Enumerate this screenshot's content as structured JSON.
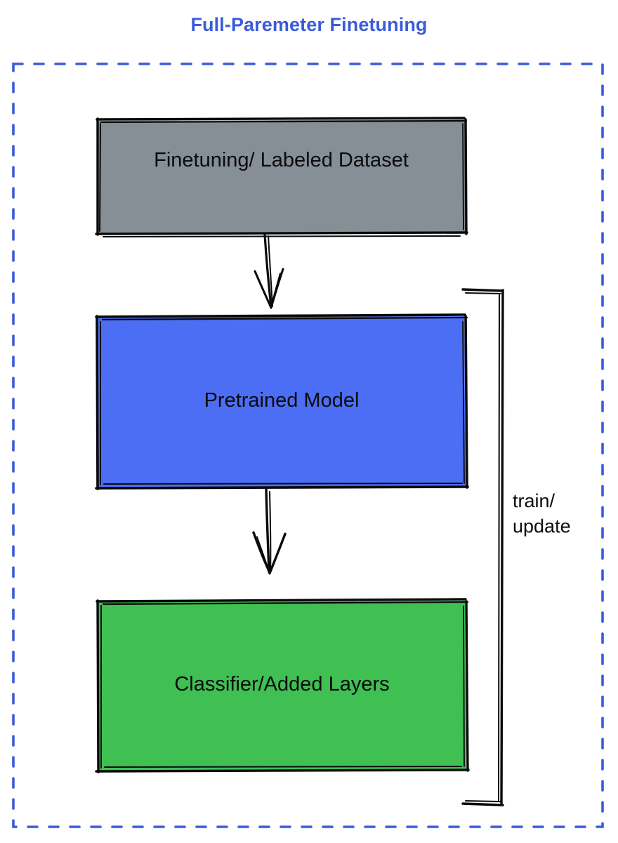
{
  "diagram": {
    "title": "Full-Paremeter Finetuning",
    "title_color": "#3b5bdb",
    "background_color": "#ffffff",
    "frame": {
      "name": "dashed-blue-frame",
      "style": "dashed",
      "color": "#3b5bdb"
    },
    "nodes": [
      {
        "id": "dataset",
        "label": "Finetuning/ Labeled Dataset",
        "fill": "#868e96",
        "stroke": "#000000",
        "text_color": "#0b0b0b"
      },
      {
        "id": "pretrained",
        "label": "Pretrained Model",
        "fill": "#4c6ef5",
        "stroke": "#000000",
        "text_color": "#0b0b0b"
      },
      {
        "id": "classifier",
        "label": "Classifier/Added Layers",
        "fill": "#40bf53",
        "stroke": "#000000",
        "text_color": "#0b0b0b"
      }
    ],
    "edges": [
      {
        "id": "dataset-to-pretrained",
        "from": "dataset",
        "to": "pretrained",
        "label": "",
        "arrow": "down"
      },
      {
        "id": "pretrained-to-classifier",
        "from": "pretrained",
        "to": "classifier",
        "label": "",
        "arrow": "down"
      },
      {
        "id": "feedback-loop",
        "from": "classifier",
        "to": "pretrained",
        "label": "train/\nupdate",
        "arrow": "bracket"
      }
    ]
  }
}
